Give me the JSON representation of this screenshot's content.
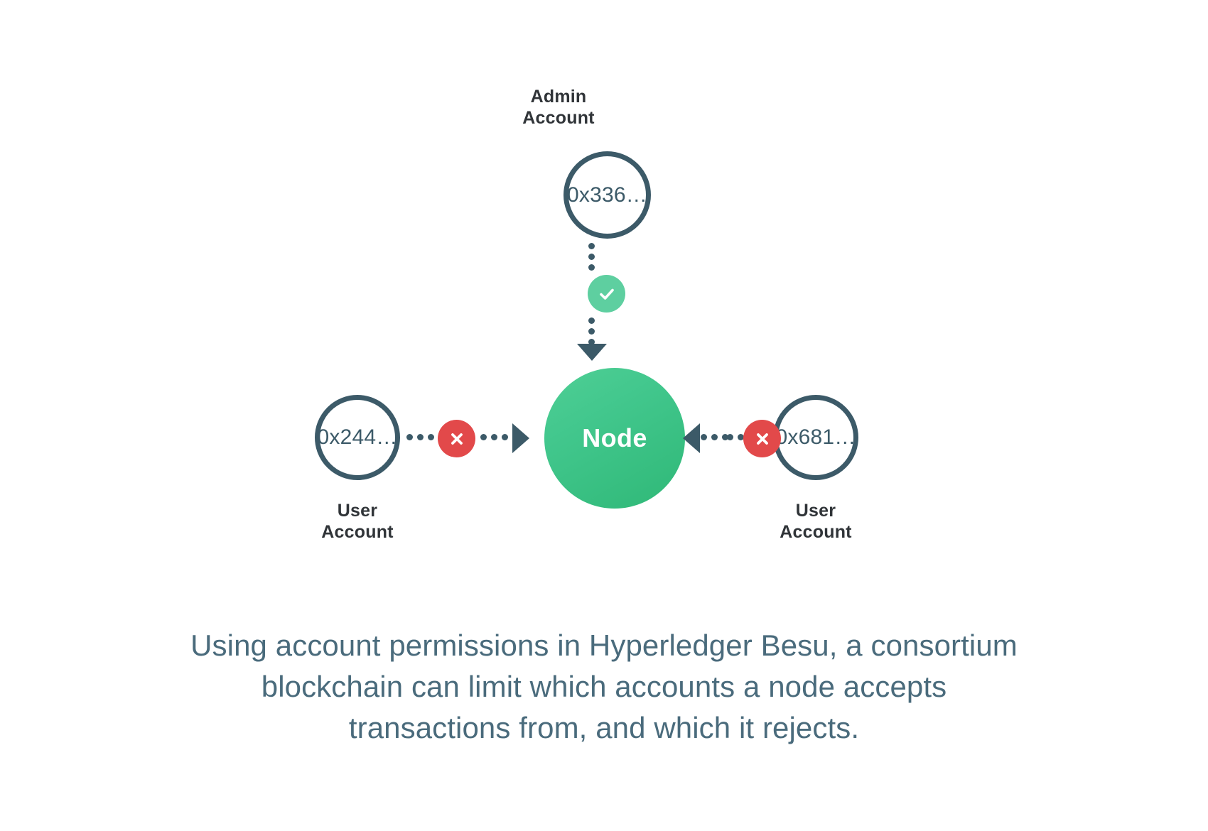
{
  "diagram": {
    "title_alt": "Hyperledger Besu account permissioning diagram",
    "colors": {
      "outline": "#3c5a68",
      "node_green_light": "#4fcf95",
      "node_green_dark": "#2fb877",
      "badge_allow": "#5ecfa0",
      "badge_deny": "#e2494a",
      "label_text": "#303438",
      "caption_text": "#4a6b7c",
      "background": "#ffffff"
    },
    "admin": {
      "label": "Admin\nAccount",
      "address": "0x336…",
      "connector_status": "allowed",
      "badge_icon": "check-icon"
    },
    "node": {
      "label": "Node"
    },
    "left_user": {
      "label": "User\nAccount",
      "address": "0x244…",
      "connector_status": "rejected",
      "badge_icon": "x-icon"
    },
    "right_user": {
      "label": "User\nAccount",
      "address": "0x681…",
      "connector_status": "rejected",
      "badge_icon": "x-icon"
    }
  },
  "caption": {
    "text": "Using account permissions in Hyperledger Besu, a consortium blockchain can limit which accounts a node accepts transactions from, and which it rejects."
  }
}
